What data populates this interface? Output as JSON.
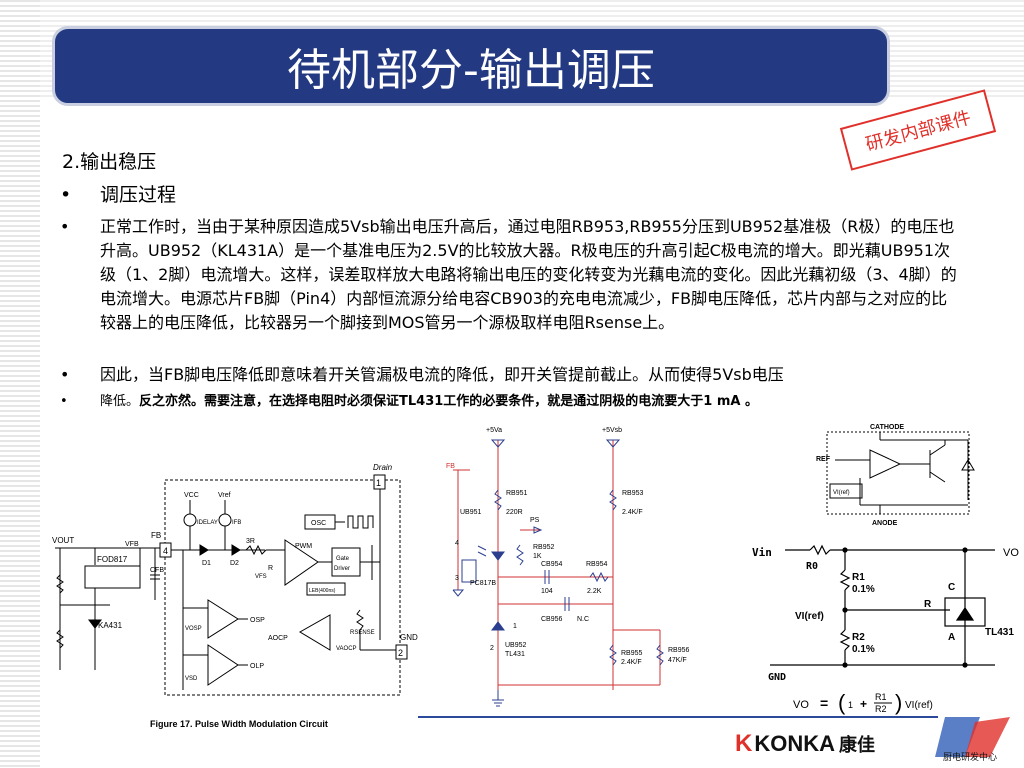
{
  "title": "待机部分-输出调压",
  "stamp": "研发内部课件",
  "section": "2.输出稳压",
  "bullets": [
    {
      "dot": "•",
      "text": "调压过程"
    },
    {
      "dot": "•",
      "text": "正常工作时，当由于某种原因造成5Vsb输出电压升高后，通过电阻RB953,RB955分压到UB952基准极（R极）的电压也升高。UB952（KL431A）是一个基准电压为2.5V的比较放大器。R极电压的升高引起C极电流的增大。即光藕UB951次级（1、2脚）电流增大。这样，误差取样放大电路将输出电压的变化转变为光藕电流的变化。因此光藕初级（3、4脚）的电流增大。电源芯片FB脚（Pin4）内部恒流源分给电容CB903的充电电流减少，FB脚电压降低，芯片内部与之对应的比较器上的电压降低，比较器另一个脚接到MOS管另一个源极取样电阻Rsense上。"
    },
    {
      "dot": "•",
      "text": "因此，当FB脚电压降低即意味着开关管漏极电流的降低，即开关管提前截止。从而使得5Vsb电压"
    },
    {
      "dot": "•",
      "text_a": "降低。",
      "text_b": "反之亦然。需要注意，在选择电阻时必须保证TL431工作的必要条件，就是通过阴极的电流要大于1 mA 。"
    }
  ],
  "fig_left": {
    "caption": "Figure 17. Pulse Width Modulation Circuit",
    "labels": {
      "drain": "Drain",
      "vout": "VOUT",
      "fod": "FOD817",
      "ka": "KA431",
      "fb": "FB",
      "vfb": "VFB",
      "cfb": "CFB",
      "vcc": "VCC",
      "vref": "Vref",
      "idelay": "IDELAY",
      "ifb": "IFB",
      "r3": "3R",
      "r": "R",
      "d1": "D1",
      "d2": "D2",
      "pwm": "PWM",
      "osc": "OSC",
      "gate": "Gate",
      "driver": "Driver",
      "leb": "LEB(400ns)",
      "osp": "OSP",
      "vosp": "VOSP",
      "aocp": "AOCP",
      "vaocp": "VAOCP",
      "rsense": "RSENSE",
      "olp": "OLP",
      "vsd": "VSD",
      "gnd": "GND",
      "vfs": "VFS",
      "pin1": "1",
      "pin2": "2",
      "pin4": "4"
    }
  },
  "fig_mid": {
    "labels": {
      "v5a": "+5Va",
      "v5sb": "+5Vsb",
      "fb": "FB",
      "rb951": "RB951",
      "r220": "220R",
      "ub951": "UB951",
      "ps": "PS",
      "rb952": "RB952",
      "k1": "1K",
      "cb954": "CB954",
      "rb954": "RB954",
      "c104": "104",
      "r22": "2.2K",
      "cb956": "CB956",
      "nc": "N.C",
      "rb953": "RB953",
      "r24a": "2.4K/F",
      "pc": "PC817B",
      "ub952": "UB952",
      "tl": "TL431",
      "rb955": "RB955",
      "r24b": "2.4K/F",
      "rb956": "RB956",
      "r47": "47K/F",
      "n4": "4",
      "n3": "3",
      "n1": "1",
      "n2": "2"
    }
  },
  "fig_right_top": {
    "labels": {
      "cathode": "CATHODE",
      "ref": "REF",
      "vref": "VI(ref)",
      "anode": "ANODE"
    }
  },
  "fig_right_bottom": {
    "labels": {
      "vin": "Vin",
      "vo": "VO",
      "r0": "R0",
      "r1": "R1",
      "r1v": "0.1%",
      "c": "C",
      "r": "R",
      "vref": "VI(ref)",
      "r2": "R2",
      "r2v": "0.1%",
      "a": "A",
      "tl": "TL431",
      "gnd": "GND",
      "formula_vo": "VO",
      "formula_eq": "=",
      "formula_one": "1",
      "formula_plus": "+",
      "formula_r1": "R1",
      "formula_r2": "R2",
      "formula_vref": "VI(ref)"
    }
  },
  "brand": {
    "k": "K",
    "name": "KONKA",
    "cn": "康佳",
    "sub": "厨电研发中心"
  },
  "colors": {
    "title_bg": "#233a82",
    "stamp": "#e0302a",
    "wire_red": "#d23030",
    "wire_blue": "#2b3f8f"
  }
}
